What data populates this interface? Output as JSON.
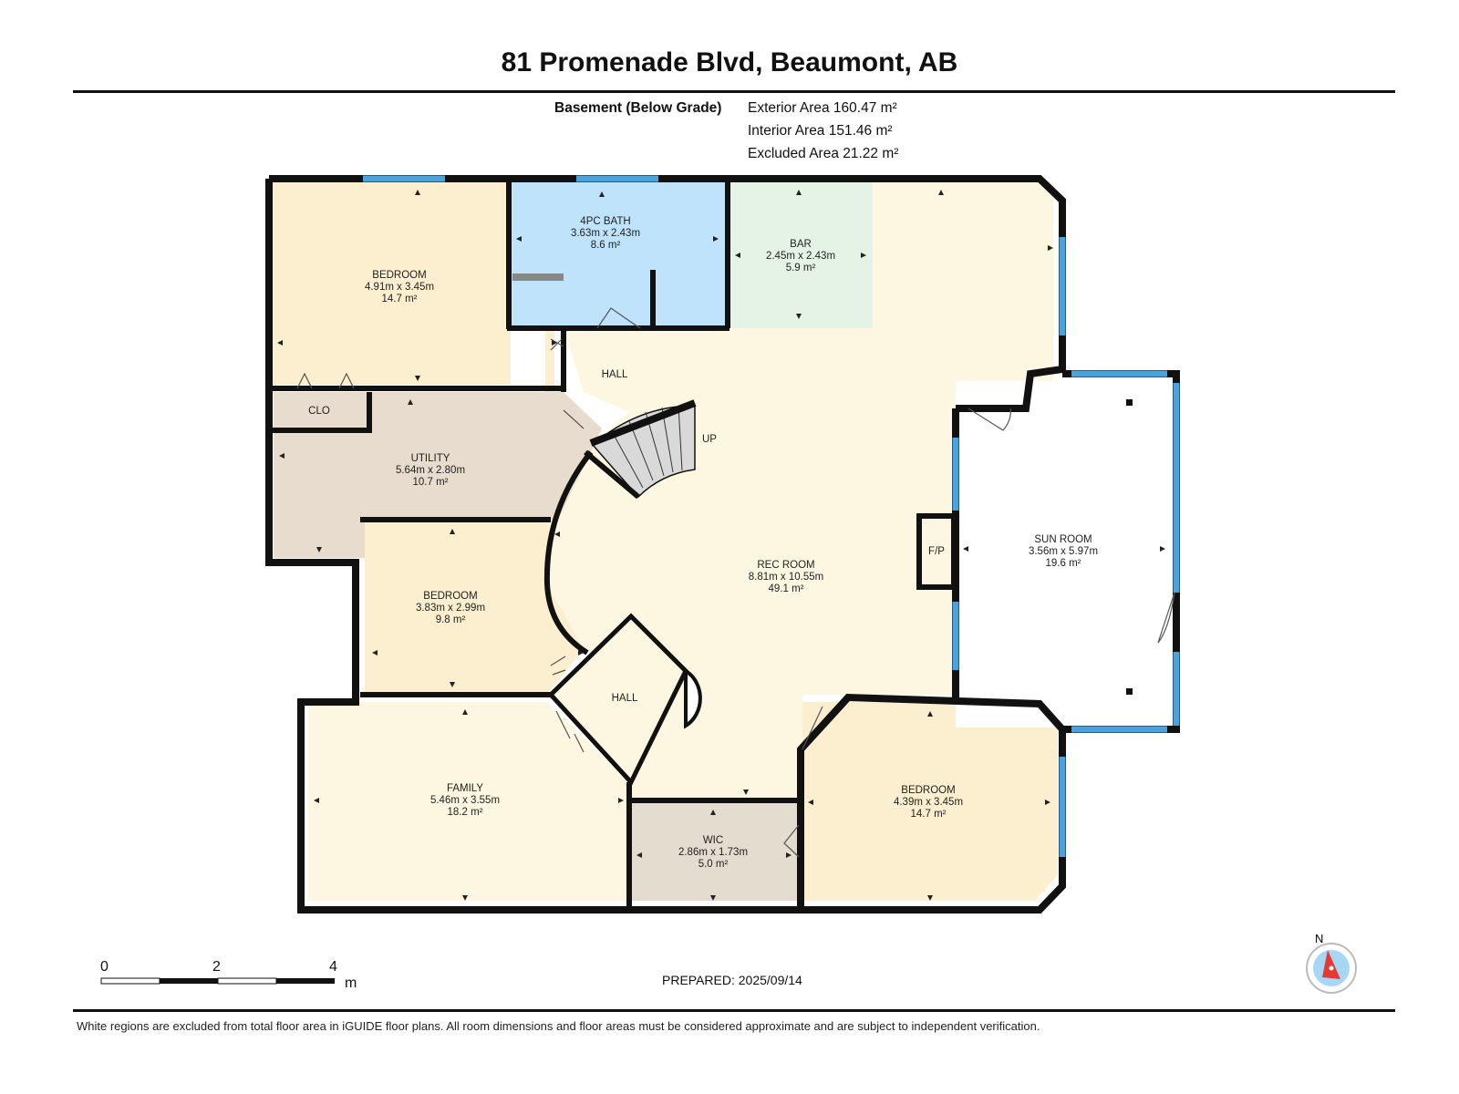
{
  "title": "81 Promenade Blvd, Beaumont, AB",
  "level": "Basement (Below Grade)",
  "areas": {
    "exterior": "Exterior Area 160.47 m²",
    "interior": "Interior Area 151.46 m²",
    "excluded": "Excluded Area 21.22 m²"
  },
  "rooms": {
    "bedroom_nw": {
      "name": "BEDROOM",
      "dims": "4.91m x 3.45m",
      "area": "14.7 m²"
    },
    "bath": {
      "name": "4PC BATH",
      "dims": "3.63m x 2.43m",
      "area": "8.6 m²"
    },
    "bar": {
      "name": "BAR",
      "dims": "2.45m x 2.43m",
      "area": "5.9 m²"
    },
    "utility": {
      "name": "UTILITY",
      "dims": "5.64m x 2.80m",
      "area": "10.7 m²"
    },
    "bedroom_w": {
      "name": "BEDROOM",
      "dims": "3.83m x 2.99m",
      "area": "9.8 m²"
    },
    "rec": {
      "name": "REC ROOM",
      "dims": "8.81m x 10.55m",
      "area": "49.1 m²"
    },
    "sun": {
      "name": "SUN ROOM",
      "dims": "3.56m x 5.97m",
      "area": "19.6 m²"
    },
    "family": {
      "name": "FAMILY",
      "dims": "5.46m x 3.55m",
      "area": "18.2 m²"
    },
    "wic": {
      "name": "WIC",
      "dims": "2.86m x 1.73m",
      "area": "5.0 m²"
    },
    "bedroom_se": {
      "name": "BEDROOM",
      "dims": "4.39m x 3.45m",
      "area": "14.7 m²"
    }
  },
  "labels": {
    "clo": "CLO",
    "hall_upper": "HALL",
    "hall_lower": "HALL",
    "up": "UP",
    "fp": "F/P",
    "north": "N"
  },
  "scale": {
    "ticks": [
      "0",
      "2",
      "4"
    ],
    "unit": "m"
  },
  "prepared": "PREPARED: 2025/09/14",
  "disclaimer": "White regions are excluded from total floor area in iGUIDE floor plans. All room dimensions and floor areas must be considered approximate and are subject to independent verification.",
  "colors": {
    "wall": "#111111",
    "window": "#4aa3df",
    "bedroom": "#fcefcf",
    "bath": "#bfe3fb",
    "bar": "#e4f3e6",
    "utility": "#e7dccd",
    "rec": "#fdf7e1",
    "family": "#fdf6e0",
    "wic": "#e3dccf"
  }
}
